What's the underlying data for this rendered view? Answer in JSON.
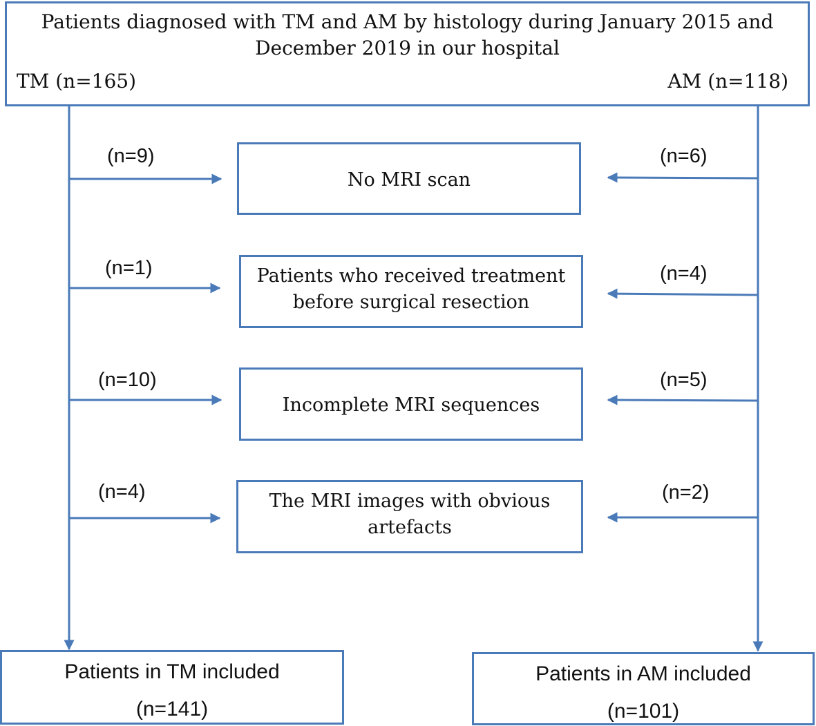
{
  "theme": {
    "line_color": "#4a7ab8",
    "text_color": "#111111"
  },
  "top_box": {
    "line1": "Patients diagnosed  with TM and AM by histology during  January 2015 and",
    "line2": "December  2019 in  our hospital",
    "left_label": "TM (n=165)",
    "right_label": "AM (n=118)"
  },
  "exclusions": [
    {
      "line1": "No MRI scan",
      "line2": "",
      "left_count": "(n=9)",
      "right_count": "(n=6)"
    },
    {
      "line1": "Patients who received treatment",
      "line2": "before surgical resection",
      "left_count": "(n=1)",
      "right_count": "(n=4)"
    },
    {
      "line1": "Incomplete  MRI sequences",
      "line2": "",
      "left_count": "(n=10)",
      "right_count": "(n=5)"
    },
    {
      "line1": "The MRI images with obvious",
      "line2": "artefacts",
      "left_count": "(n=4)",
      "right_count": "(n=2)"
    }
  ],
  "bottom_left": {
    "title": "Patients in TM included",
    "count": "(n=141)"
  },
  "bottom_right": {
    "title": "Patients in AM included",
    "count": "(n=101)"
  }
}
